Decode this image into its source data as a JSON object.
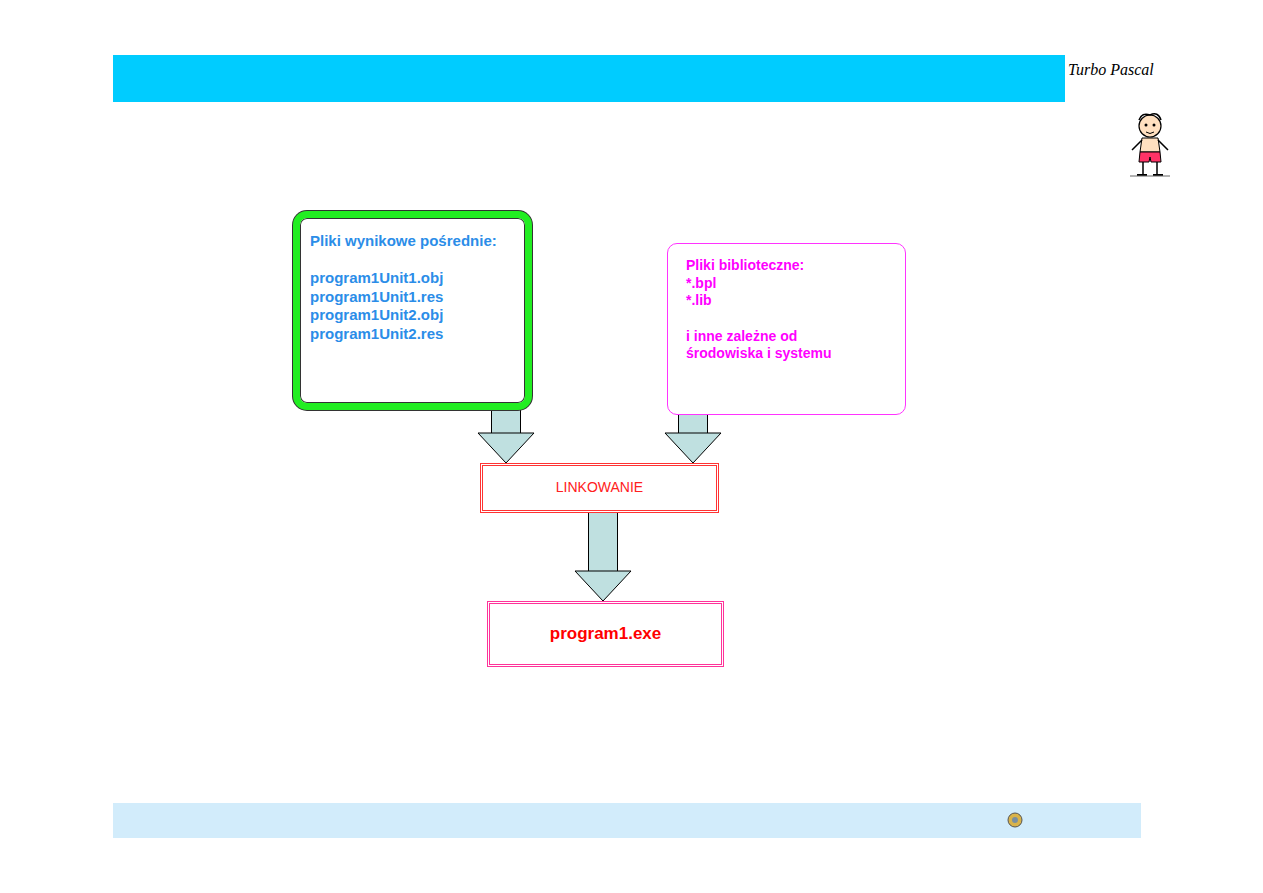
{
  "diagram": {
    "nodes": [
      {
        "text": [
          "Pliki wynikowe pośrednie:",
          "program1Unit1.obj",
          "program1Unit1.res",
          "program1Unit2.obj",
          "program1Unit2.res"
        ]
      },
      {
        "text": [
          "Pliki biblioteczne:",
          "*.bpl",
          "*.lib",
          "i inne zależne od środowiska i systemu"
        ]
      },
      {
        "text": [
          "LINKOWANIE"
        ]
      },
      {
        "text": [
          "program1.exe"
        ]
      }
    ],
    "edges": [
      {
        "from": 0,
        "to": 2,
        "arrow": "to"
      },
      {
        "from": 1,
        "to": 2,
        "arrow": "to"
      },
      {
        "from": 2,
        "to": 3,
        "arrow": "to"
      }
    ],
    "labels": [
      "Turbo Pascal"
    ]
  }
}
